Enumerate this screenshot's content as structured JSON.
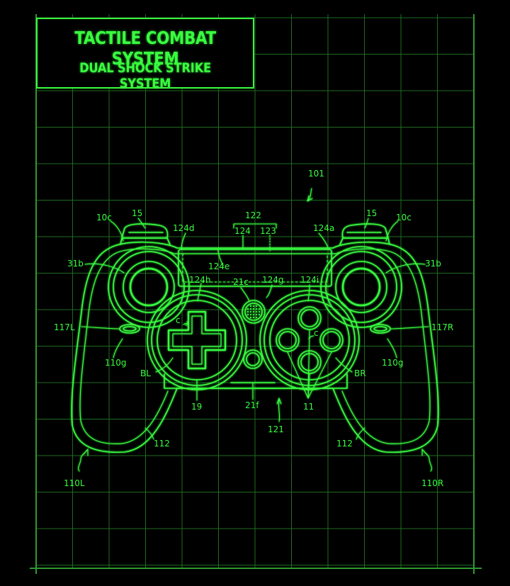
{
  "title": {
    "line1": "TACTILE COMBAT SYSTEM",
    "line2": "DUAL SHOCK STRIKE SYSTEM"
  },
  "colors": {
    "line": "#39ff3f",
    "grid": "#1f6b21",
    "background": "#000000"
  },
  "labels": {
    "ref_101": "101",
    "ref_10c_left": "10c",
    "ref_15_left": "15",
    "ref_124d": "124d",
    "ref_122": "122",
    "ref_124": "124",
    "ref_123": "123",
    "ref_124a": "124a",
    "ref_15_right": "15",
    "ref_10c_right": "10c",
    "ref_31b_left": "31b",
    "ref_124e": "124e",
    "ref_31b_right": "31b",
    "ref_124h": "124h",
    "ref_21c": "21c",
    "ref_124g": "124g",
    "ref_124i": "124i",
    "ref_c_left": "c",
    "ref_c_right": "c",
    "ref_117L": "117L",
    "ref_117R": "117R",
    "ref_110g_left": "110g",
    "ref_110g_right": "110g",
    "ref_BL": "BL",
    "ref_BR": "BR",
    "ref_19": "19",
    "ref_21f": "21f",
    "ref_11": "11",
    "ref_121": "121",
    "ref_112_left": "112",
    "ref_112_right": "112",
    "ref_110L": "110L",
    "ref_110R": "110R"
  }
}
